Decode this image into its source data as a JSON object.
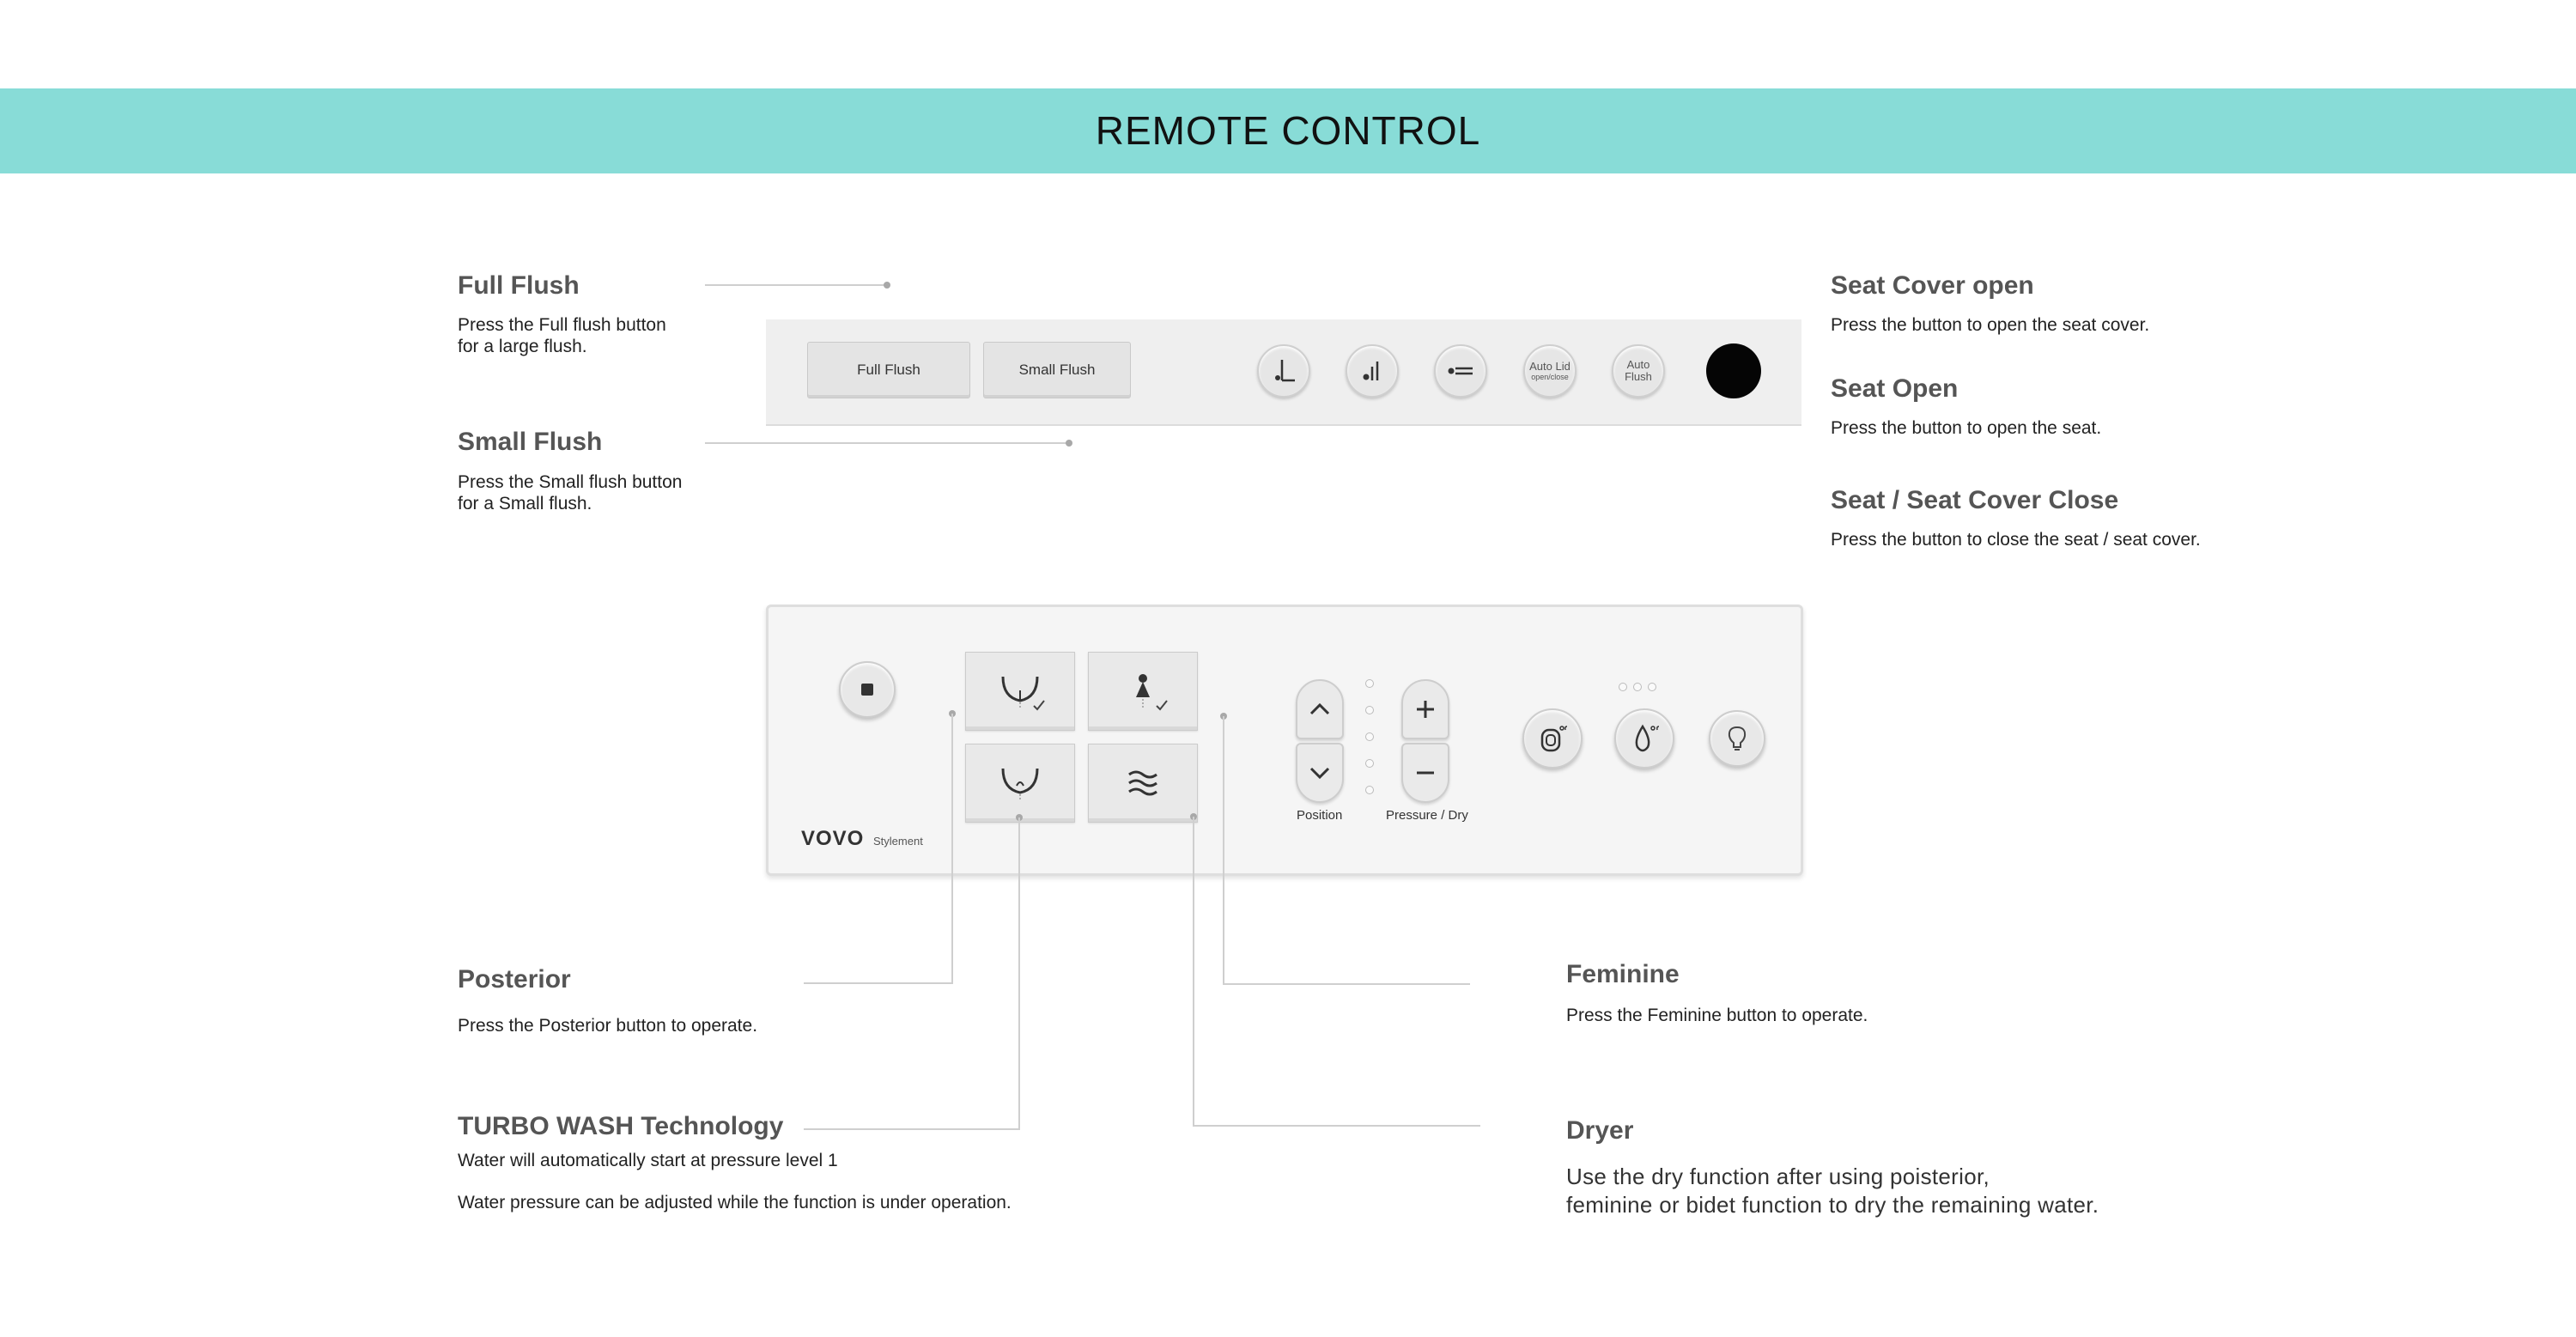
{
  "header": {
    "title": "REMOTE CONTROL"
  },
  "callouts": {
    "full_flush": {
      "title": "Full Flush",
      "desc": "Press the Full flush button\nfor a large flush."
    },
    "small_flush": {
      "title": "Small Flush",
      "desc": "Press the Small flush button\nfor a Small flush."
    },
    "seat_cover_open": {
      "title": "Seat Cover open",
      "desc": "Press the button to open the seat cover."
    },
    "seat_open": {
      "title": "Seat Open",
      "desc": "Press the button to open the seat."
    },
    "seat_close": {
      "title": "Seat / Seat Cover Close",
      "desc": "Press the button to close the seat / seat cover."
    },
    "posterior": {
      "title": "Posterior",
      "desc": "Press the Posterior button to operate."
    },
    "turbo_wash": {
      "title": "TURBO WASH Technology",
      "desc1": "Water will automatically start at pressure level 1",
      "desc2": "Water pressure can be adjusted while the function is under operation."
    },
    "feminine": {
      "title": "Feminine",
      "desc": "Press the Feminine button to operate."
    },
    "dryer": {
      "title": "Dryer",
      "desc": "Use the dry function after using poisterior,\nfeminine or bidet function to dry the remaining water."
    }
  },
  "top_panel": {
    "full_flush_label": "Full Flush",
    "small_flush_label": "Small Flush",
    "auto_lid_label": "Auto Lid",
    "auto_lid_sub": "open/close",
    "auto_flush_label": "Auto\nFlush",
    "icons": [
      "seat-cover-open-icon",
      "seat-open-icon",
      "seat-close-icon"
    ]
  },
  "bottom_panel": {
    "brand": "VOVO",
    "brand_sub": "Stylement",
    "position_label": "Position",
    "pressure_label": "Pressure / Dry",
    "icons": [
      "stop-icon",
      "posterior-icon",
      "feminine-icon",
      "turbo-wash-icon",
      "dryer-icon",
      "seat-temp-icon",
      "water-temp-icon",
      "night-light-icon"
    ]
  },
  "colors": {
    "banner": "#88dcd7",
    "heading": "#555555"
  }
}
